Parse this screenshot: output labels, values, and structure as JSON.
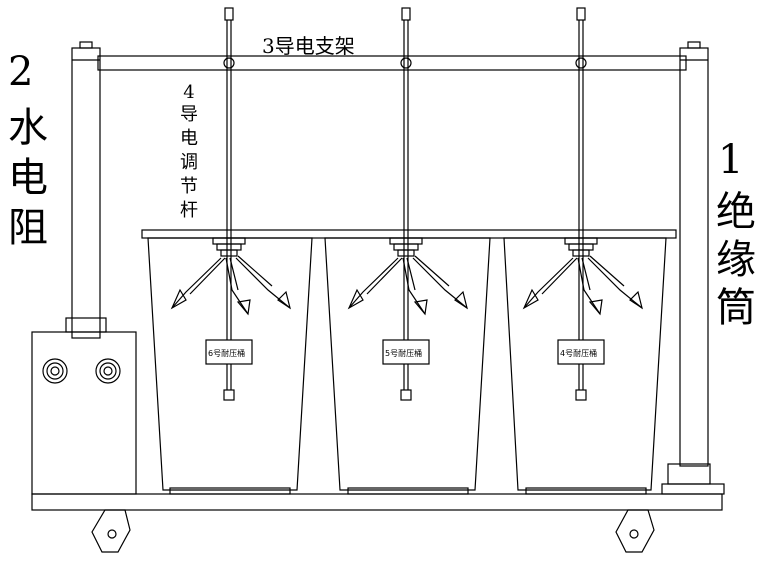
{
  "labels": {
    "water_resistor": {
      "num": "2",
      "chars": [
        "水",
        "电",
        "阻"
      ]
    },
    "support": "3导电支架",
    "adjust_rod": {
      "num": "4",
      "chars": [
        "导",
        "电",
        "调",
        "节",
        "杆"
      ]
    },
    "insulator": {
      "num": "1",
      "chars": [
        "绝",
        "缘",
        "筒"
      ]
    },
    "buckets": [
      "6号耐压桶",
      "5号耐压桶",
      "4号耐压桶"
    ]
  },
  "colors": {
    "line": "#000000",
    "background": "#ffffff"
  }
}
